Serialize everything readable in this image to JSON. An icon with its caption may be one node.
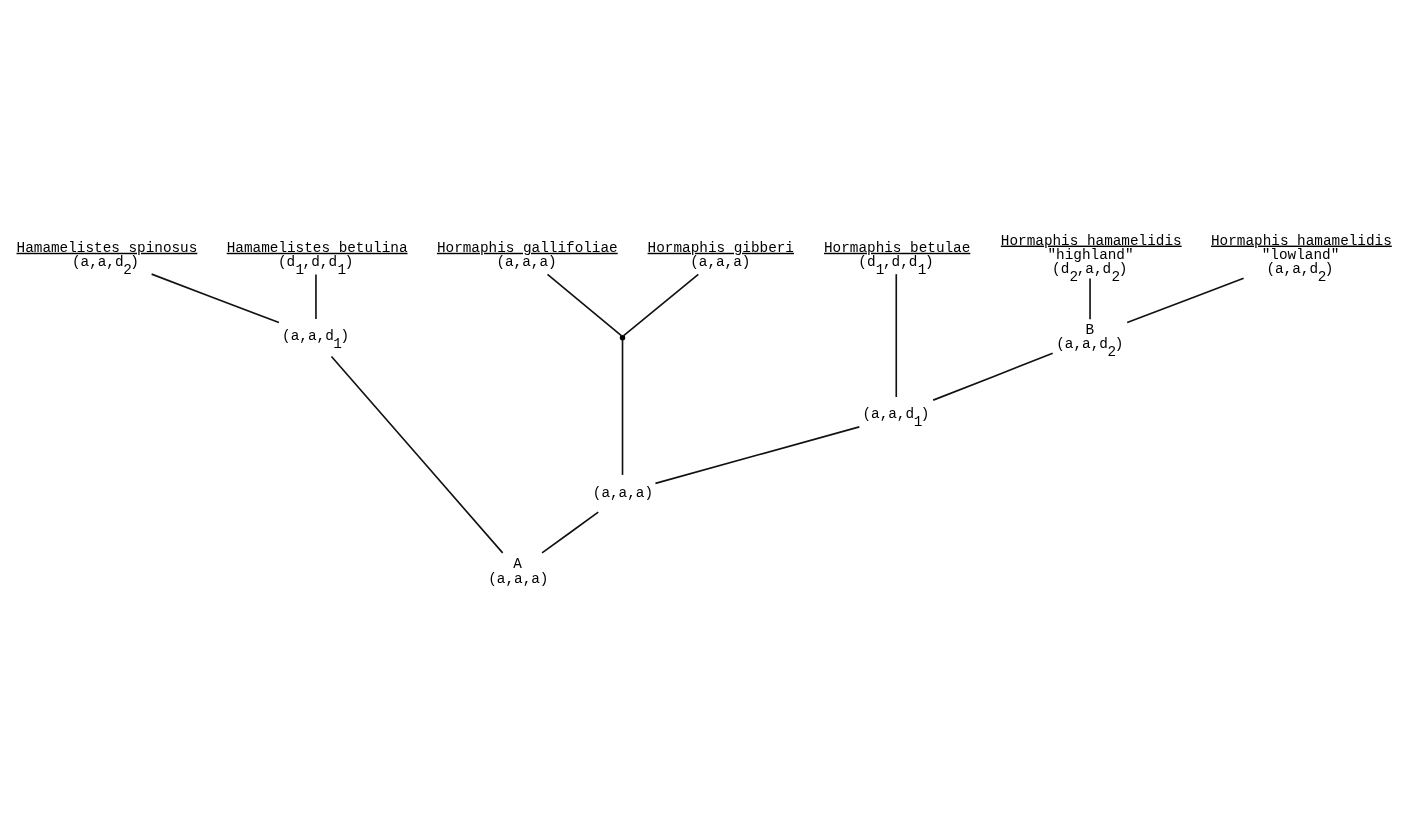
{
  "diagram": {
    "nodes": [
      {
        "text": [
          "Hamamelistes spinosus",
          "(a,a,d$_{2}$)"
        ]
      },
      {
        "text": [
          "Hamamelistes betulina",
          "(d$_{1}$,d,d$_{1}$)"
        ]
      },
      {
        "text": [
          "Hormaphis gallifoliae",
          "(a,a,a)"
        ]
      },
      {
        "text": [
          "Hormaphis gibberi",
          "(a,a,a)"
        ]
      },
      {
        "text": [
          "Hormaphis betulae",
          "(d$_{1}$,d,d$_{1}$)"
        ]
      },
      {
        "text": [
          "Hormaphis hamamelidis",
          "\"highland\"",
          "(d$_{2}$,a,d$_{2}$)"
        ]
      },
      {
        "text": [
          "Hormaphis hamamelidis",
          "\"lowland\"",
          "(a,a,d$_{2}$)"
        ]
      },
      {
        "text": [
          "(a,a,d$_{1}$)"
        ]
      },
      {
        "text": [],
        "shape": "point"
      },
      {
        "text": [
          "B",
          "(a,a,d$_{2}$)"
        ]
      },
      {
        "text": [
          "(a,a,d$_{1}$)"
        ]
      },
      {
        "text": [
          "(a,a,a)"
        ]
      },
      {
        "text": [
          "A",
          "(a,a,a)"
        ]
      }
    ],
    "edges": [
      {
        "from": 0,
        "to": 7,
        "arrow": "none"
      },
      {
        "from": 1,
        "to": 7,
        "arrow": "none"
      },
      {
        "from": 2,
        "to": 8,
        "arrow": "none"
      },
      {
        "from": 3,
        "to": 8,
        "arrow": "none"
      },
      {
        "from": 5,
        "to": 9,
        "arrow": "none"
      },
      {
        "from": 6,
        "to": 9,
        "arrow": "none"
      },
      {
        "from": 4,
        "to": 10,
        "arrow": "none"
      },
      {
        "from": 9,
        "to": 10,
        "arrow": "none"
      },
      {
        "from": 8,
        "to": 11,
        "arrow": "none"
      },
      {
        "from": 10,
        "to": 11,
        "arrow": "none"
      },
      {
        "from": 7,
        "to": 12,
        "arrow": "none"
      },
      {
        "from": 11,
        "to": 12,
        "arrow": "none"
      }
    ]
  }
}
